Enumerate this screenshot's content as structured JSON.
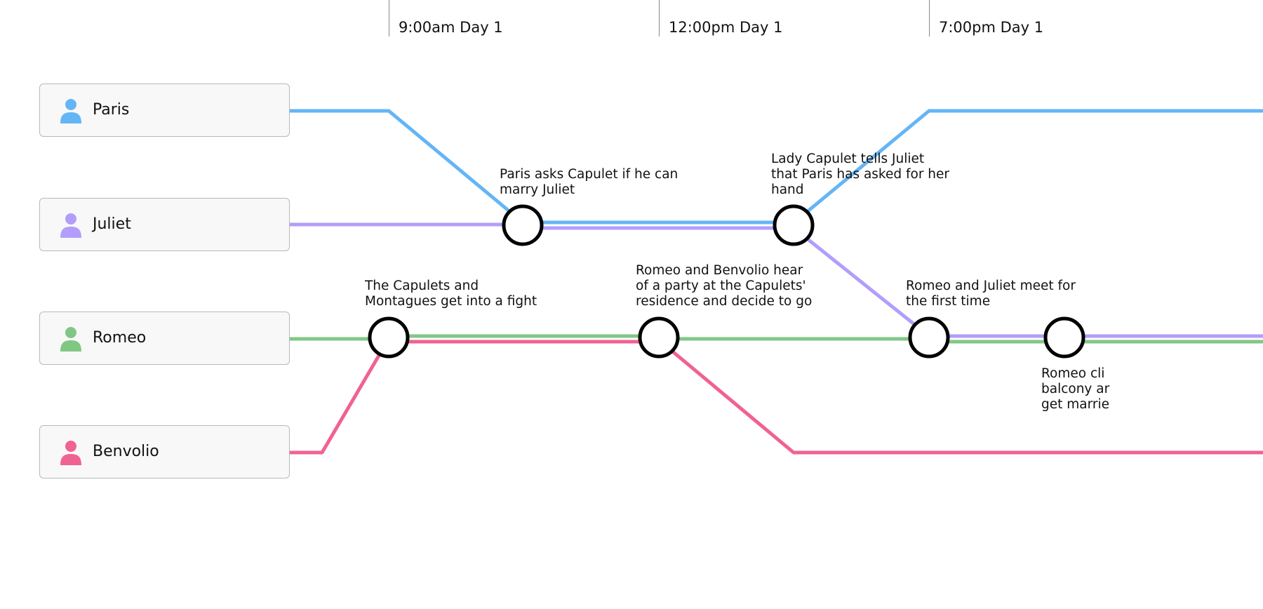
{
  "time_labels": [
    "9:00am Day 1",
    "12:00pm Day 1",
    "7:00pm Day 1"
  ],
  "characters": [
    {
      "name": "Paris",
      "color": "#64b5f6",
      "icon": "person-icon"
    },
    {
      "name": "Juliet",
      "color": "#b39dfb",
      "icon": "person-icon"
    },
    {
      "name": "Romeo",
      "color": "#81c784",
      "icon": "person-icon"
    },
    {
      "name": "Benvolio",
      "color": "#f06292",
      "icon": "person-icon"
    }
  ],
  "events": [
    {
      "label": "The Capulets and\nMontagues get into a fight"
    },
    {
      "label": "Paris asks Capulet if he can\nmarry Juliet"
    },
    {
      "label": "Romeo and Benvolio hear\nof a party at the Capulets'\nresidence and decide to go"
    },
    {
      "label": "Lady Capulet tells Juliet\nthat Paris has asked for her\nhand"
    },
    {
      "label": "Romeo and Juliet meet for\nthe first time"
    },
    {
      "label": "Romeo cli\nbalcony ar\nget marrie"
    }
  ]
}
